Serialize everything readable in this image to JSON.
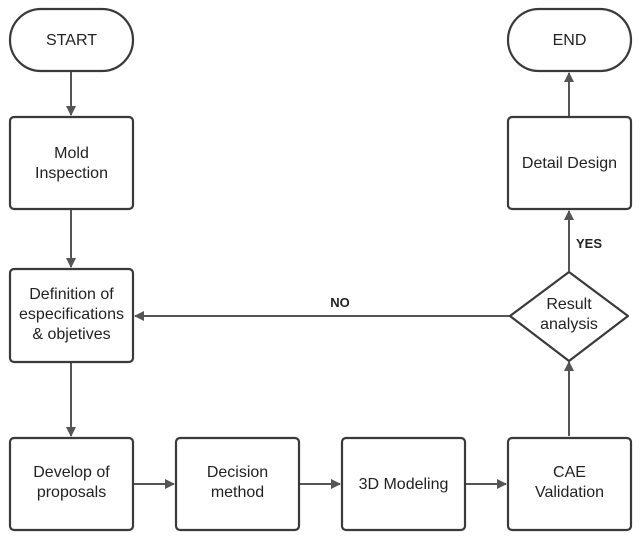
{
  "nodes": {
    "start": {
      "text": "START"
    },
    "end": {
      "text": "END"
    },
    "mold_inspection": {
      "line1": "Mold",
      "line2": "Inspection"
    },
    "detail_design": {
      "text": "Detail Design"
    },
    "definition": {
      "line1": "Definition of",
      "line2": "especifications",
      "line3": "& objetives"
    },
    "result_analysis": {
      "line1": "Result",
      "line2": "analysis"
    },
    "develop": {
      "line1": "Develop of",
      "line2": "proposals"
    },
    "decision": {
      "line1": "Decision",
      "line2": "method"
    },
    "modeling": {
      "text": "3D Modeling"
    },
    "cae": {
      "line1": "CAE",
      "line2": "Validation"
    }
  },
  "edges": {
    "no_label": "NO",
    "yes_label": "YES"
  }
}
